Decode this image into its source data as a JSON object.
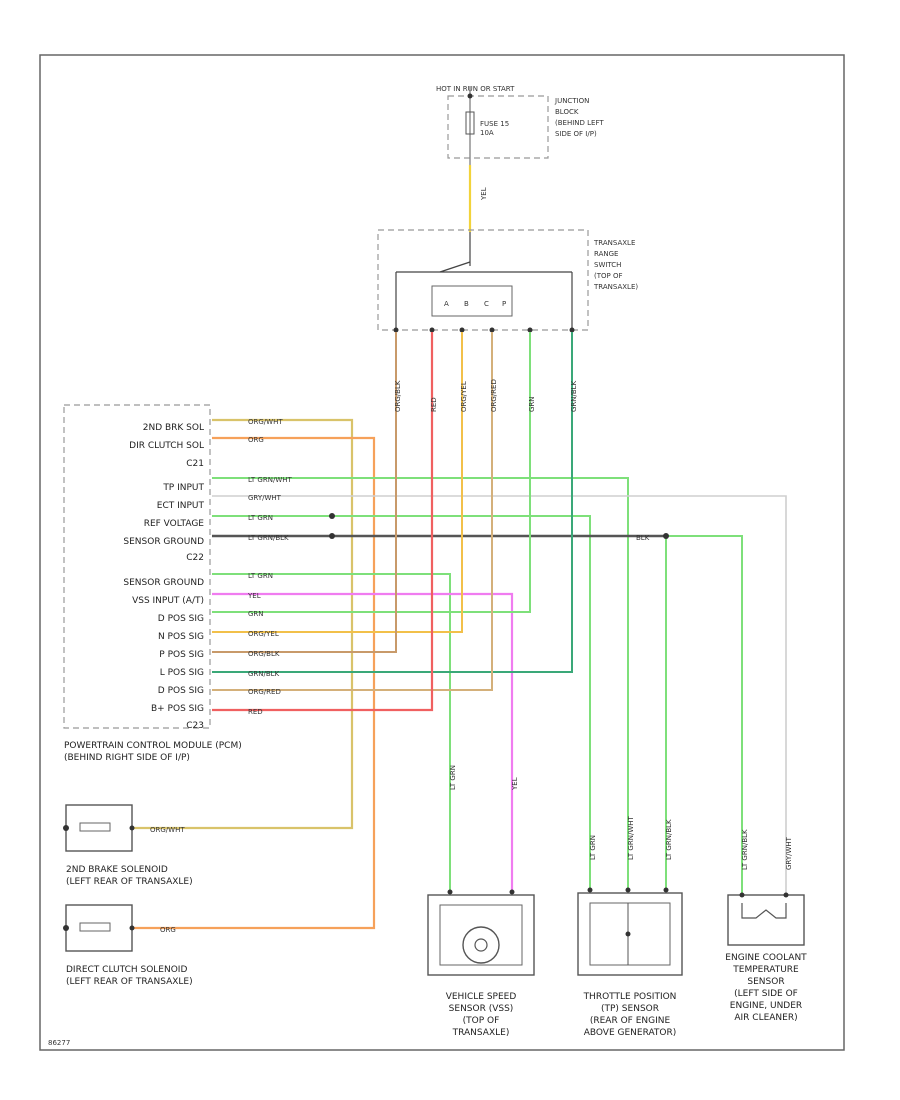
{
  "top_source": {
    "hot_label": "HOT IN RUN OR START",
    "junction_block": [
      "JUNCTION",
      "BLOCK",
      "(BEHIND LEFT",
      "SIDE OF I/P)"
    ],
    "fuse": [
      "FUSE 15",
      "10A"
    ]
  },
  "range_switch": {
    "label": [
      "TRANSAXLE",
      "RANGE",
      "SWITCH",
      "(TOP OF",
      "TRANSAXLE)"
    ],
    "contacts": [
      "A",
      "B",
      "C",
      "P"
    ]
  },
  "pcm": {
    "top_pins": [
      "2ND BRK SOL",
      "DIR CLUTCH SOL"
    ],
    "c1": "C21",
    "mid_pins": [
      "TP INPUT",
      "ECT INPUT",
      "REF VOLTAGE",
      "SENSOR GROUND"
    ],
    "c2": "C22",
    "bottom_pins": [
      "SENSOR GROUND",
      "VSS INPUT (A/T)",
      "D POS SIG",
      "N POS SIG",
      "P POS SIG",
      "L POS SIG",
      "D POS SIG",
      "B+ POS SIG"
    ],
    "c3": "C23",
    "caption": [
      "POWERTRAIN CONTROL MODULE (PCM)",
      "(BEHIND RIGHT SIDE OF I/P)"
    ]
  },
  "wires": {
    "org_wht": "ORG/WHT",
    "org": "ORG",
    "lt_grn_wht": "LT GRN/WHT",
    "gry_wht": "GRY/WHT",
    "lt_grn": "LT GRN",
    "lt_grn_blk": "LT GRN/BLK",
    "lt_grn2": "LT GRN",
    "yel": "YEL",
    "grn": "GRN",
    "org_yel": "ORG/YEL",
    "org_blk": "ORG/BLK",
    "grn_blk": "GRN/BLK",
    "org_red": "ORG/RED",
    "red": "RED",
    "blk": "BLK",
    "yel_top": "YEL"
  },
  "sol1": [
    "2ND BRAKE SOLENOID",
    "(LEFT REAR OF TRANSAXLE)"
  ],
  "sol2": [
    "DIRECT CLUTCH SOLENOID",
    "(LEFT REAR OF TRANSAXLE)"
  ],
  "vss": [
    "VEHICLE SPEED",
    "SENSOR (VSS)",
    "(TOP OF",
    "TRANSAXLE)"
  ],
  "tps": [
    "THROTTLE POSITION",
    "(TP) SENSOR",
    "(REAR OF ENGINE",
    "ABOVE GENERATOR)"
  ],
  "ect": [
    "ENGINE COOLANT",
    "TEMPERATURE",
    "SENSOR",
    "(LEFT SIDE OF",
    "ENGINE, UNDER",
    "AIR CLEANER)"
  ],
  "figure_id": "86277"
}
